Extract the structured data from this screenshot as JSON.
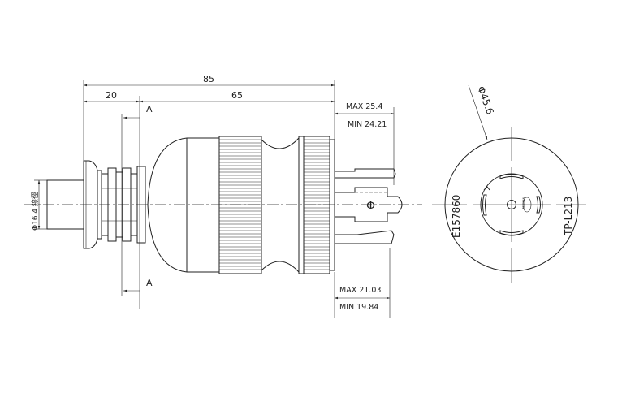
{
  "drawing": {
    "dim_overall": "85",
    "dim_cable_end": "20",
    "dim_body": "65",
    "section_top": "A",
    "section_bottom": "A",
    "dim_cable_diameter": "Φ16.4 線徑",
    "blade_length_max": "MAX  25.4",
    "blade_length_min": "MIN  24.21",
    "blade_short_max": "MAX  21.03",
    "blade_short_min": "MIN  19.84",
    "ground_symbol": "Φ",
    "face_diameter": "Φ45.6",
    "face_cert_mark": "E157860",
    "face_model": "TP-L213",
    "face_origin": "TAIWAN"
  }
}
